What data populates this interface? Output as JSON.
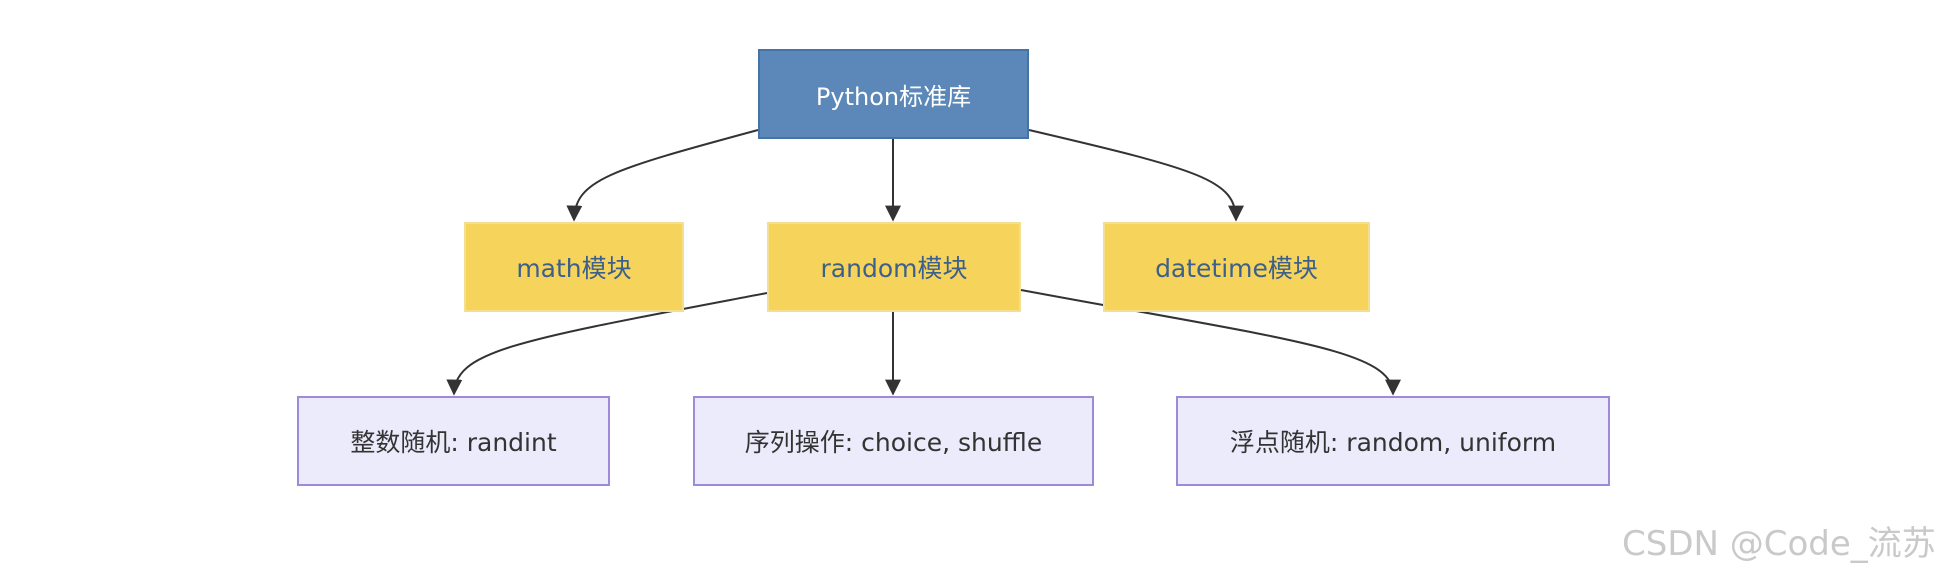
{
  "diagram": {
    "root": {
      "label": "Python标准库"
    },
    "modules": [
      {
        "label": "math模块"
      },
      {
        "label": "random模块"
      },
      {
        "label": "datetime模块"
      }
    ],
    "random_children": [
      {
        "label": "整数随机: randint"
      },
      {
        "label": "序列操作: choice, shuffle"
      },
      {
        "label": "浮点随机: random, uniform"
      }
    ],
    "colors": {
      "root_fill": "#5b88b8",
      "module_fill": "#f6d45c",
      "leaf_fill": "#ecebfb",
      "leaf_border": "#9e8ad9",
      "edge": "#333333"
    }
  },
  "watermark": {
    "text": "CSDN @Code_流苏"
  }
}
